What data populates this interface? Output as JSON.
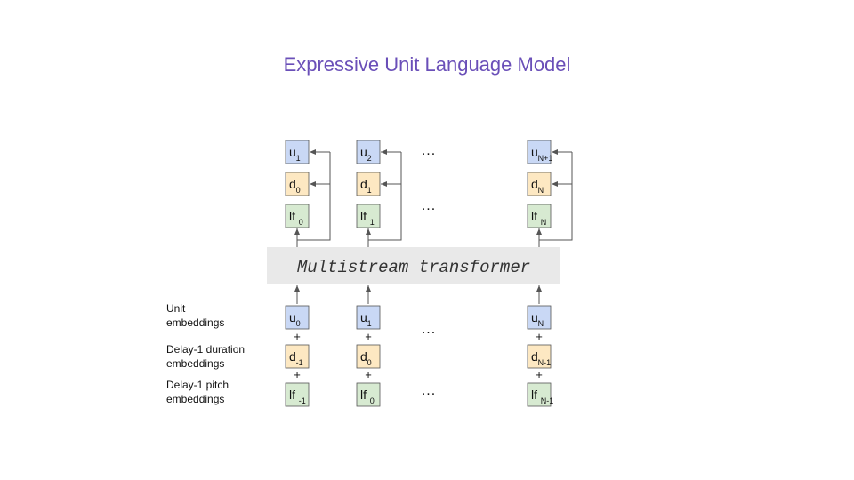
{
  "title": "Expressive Unit Language Model",
  "transformer_label": "Multistream transformer",
  "ellipsis": "...",
  "plus": "+",
  "colors": {
    "title": "#6a4fb8",
    "unit_fill": "#c9d8f5",
    "duration_fill": "#fde8c2",
    "pitch_fill": "#d7ead1",
    "transformer_fill": "#e9e9e9",
    "stroke": "#555555"
  },
  "input_labels": [
    {
      "line1": "Unit",
      "line2": "embeddings"
    },
    {
      "line1": "Delay-1 duration",
      "line2": "embeddings"
    },
    {
      "line1": "Delay-1 pitch",
      "line2": "embeddings"
    }
  ],
  "output_columns": [
    {
      "u": {
        "base": "u",
        "sub": "1"
      },
      "d": {
        "base": "d",
        "sub": "0"
      },
      "lf": {
        "base": "lf",
        "sub": "0"
      }
    },
    {
      "u": {
        "base": "u",
        "sub": "2"
      },
      "d": {
        "base": "d",
        "sub": "1"
      },
      "lf": {
        "base": "lf",
        "sub": "1"
      }
    },
    {
      "u": {
        "base": "u",
        "sub": "N+1"
      },
      "d": {
        "base": "d",
        "sub": "N"
      },
      "lf": {
        "base": "lf",
        "sub": "N"
      }
    }
  ],
  "input_columns": [
    {
      "u": {
        "base": "u",
        "sub": "0"
      },
      "d": {
        "base": "d",
        "sub": "-1"
      },
      "lf": {
        "base": "lf",
        "sub": "-1"
      }
    },
    {
      "u": {
        "base": "u",
        "sub": "1"
      },
      "d": {
        "base": "d",
        "sub": "0"
      },
      "lf": {
        "base": "lf",
        "sub": "0"
      }
    },
    {
      "u": {
        "base": "u",
        "sub": "N"
      },
      "d": {
        "base": "d",
        "sub": "N-1"
      },
      "lf": {
        "base": "lf",
        "sub": "N-1"
      }
    }
  ]
}
